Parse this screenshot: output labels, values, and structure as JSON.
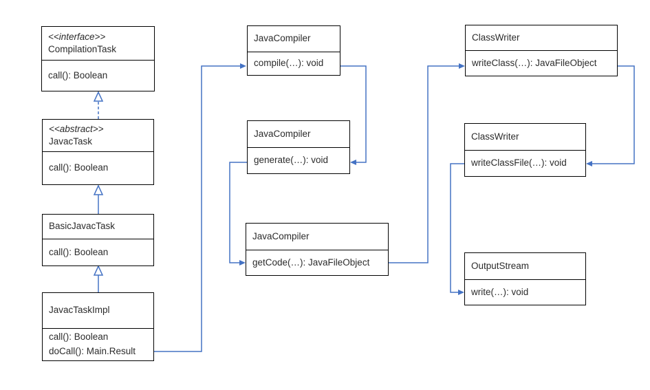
{
  "colors": {
    "connector_blue": "#4472C4",
    "box_border": "#000000",
    "text": "#2b2b2b",
    "background": "#ffffff"
  },
  "diagram": {
    "classes": [
      {
        "stereotype": "<<interface>>",
        "name": "CompilationTask",
        "methods": [
          "call(): Boolean"
        ]
      },
      {
        "stereotype": "<<abstract>>",
        "name": "JavacTask",
        "methods": [
          "call(): Boolean"
        ]
      },
      {
        "name": "BasicJavacTask",
        "methods": [
          "call(): Boolean"
        ]
      },
      {
        "name": "JavacTaskImpl",
        "methods": [
          "call(): Boolean",
          "doCall(): Main.Result"
        ]
      },
      {
        "name": "JavaCompiler",
        "methods": [
          "compile(…): void"
        ]
      },
      {
        "name": "JavaCompiler",
        "methods": [
          "generate(…): void"
        ]
      },
      {
        "name": "JavaCompiler",
        "methods": [
          "getCode(…): JavaFileObject"
        ]
      },
      {
        "name": "ClassWriter",
        "methods": [
          "writeClass(…): JavaFileObject"
        ]
      },
      {
        "name": "ClassWriter",
        "methods": [
          "writeClassFile(…): void"
        ]
      },
      {
        "name": "OutputStream",
        "methods": [
          "write(…): void"
        ]
      }
    ],
    "relations": [
      {
        "from": "JavacTask",
        "to": "CompilationTask",
        "type": "realization"
      },
      {
        "from": "BasicJavacTask",
        "to": "JavacTask",
        "type": "generalization"
      },
      {
        "from": "JavacTaskImpl",
        "to": "BasicJavacTask",
        "type": "generalization"
      },
      {
        "from": "JavacTaskImpl.doCall",
        "to": "JavaCompiler.compile",
        "type": "call"
      },
      {
        "from": "JavaCompiler.compile",
        "to": "JavaCompiler.generate",
        "type": "call"
      },
      {
        "from": "JavaCompiler.generate",
        "to": "JavaCompiler.getCode",
        "type": "call"
      },
      {
        "from": "JavaCompiler.getCode",
        "to": "ClassWriter.writeClass",
        "type": "call"
      },
      {
        "from": "ClassWriter.writeClass",
        "to": "ClassWriter.writeClassFile",
        "type": "call"
      },
      {
        "from": "ClassWriter.writeClassFile",
        "to": "OutputStream.write",
        "type": "call"
      }
    ]
  }
}
